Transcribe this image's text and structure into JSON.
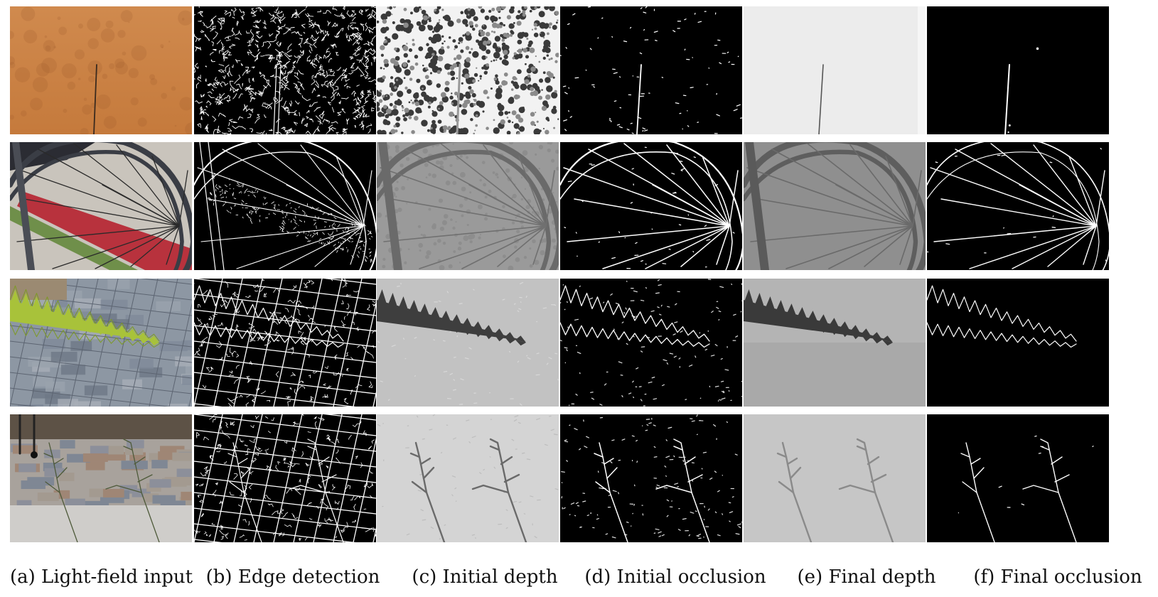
{
  "columns": [
    {
      "id": "a",
      "caption": "(a) Light-field input"
    },
    {
      "id": "b",
      "caption": "(b) Edge detection"
    },
    {
      "id": "c",
      "caption": "(c) Initial depth"
    },
    {
      "id": "d",
      "caption": "(d) Initial occlusion"
    },
    {
      "id": "e",
      "caption": "(e) Final depth"
    },
    {
      "id": "f",
      "caption": "(f) Final occlusion"
    }
  ],
  "rows": [
    {
      "id": "stick"
    },
    {
      "id": "bicycle-wheel"
    },
    {
      "id": "fern"
    },
    {
      "id": "plant"
    }
  ]
}
